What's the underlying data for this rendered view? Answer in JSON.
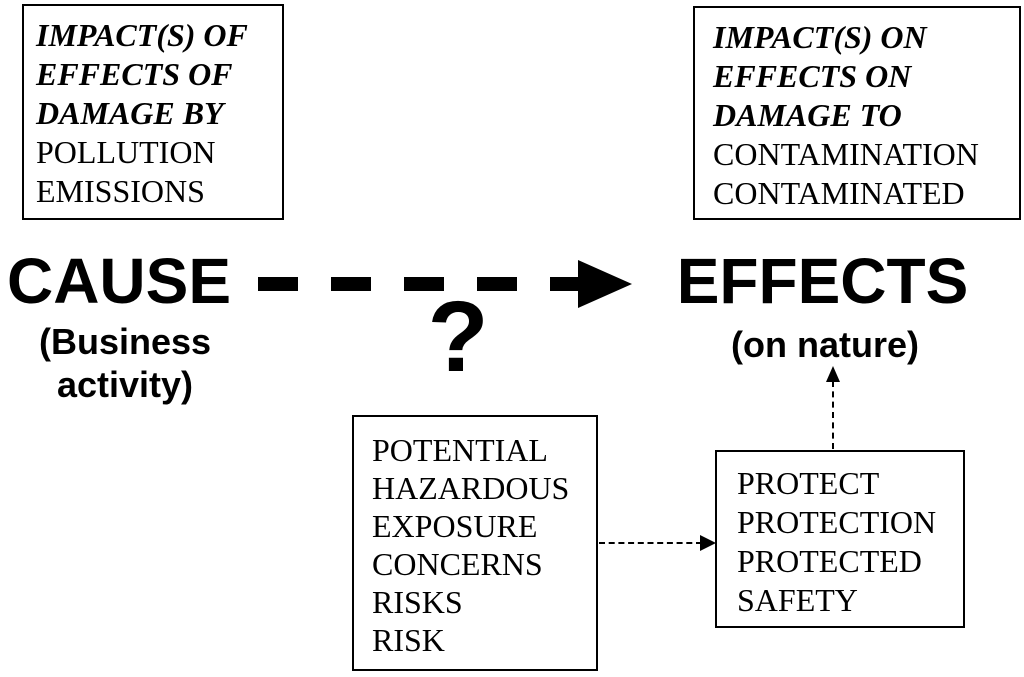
{
  "boxes": {
    "impacts_of": {
      "italic_lines": [
        "IMPACT(S) OF",
        "EFFECTS OF",
        "DAMAGE BY"
      ],
      "plain_lines": [
        "POLLUTION",
        "EMISSIONS"
      ]
    },
    "impacts_on": {
      "italic_lines": [
        "IMPACT(S) ON",
        "EFFECTS ON",
        "DAMAGE TO"
      ],
      "plain_lines": [
        "CONTAMINATION",
        "CONTAMINATED"
      ]
    },
    "risk_terms": {
      "lines": [
        "POTENTIAL",
        "HAZARDOUS",
        "EXPOSURE",
        "CONCERNS",
        "RISKS",
        "RISK"
      ]
    },
    "protect_terms": {
      "lines": [
        "PROTECT",
        "PROTECTION",
        "PROTECTED",
        "SAFETY"
      ]
    }
  },
  "labels": {
    "cause": "CAUSE",
    "cause_subtitle_line1": "(Business",
    "cause_subtitle_line2": "activity)",
    "effects": "EFFECTS",
    "effects_subtitle": "(on nature)",
    "question_mark": "?"
  },
  "colors": {
    "ink": "#000000",
    "background": "#ffffff"
  }
}
